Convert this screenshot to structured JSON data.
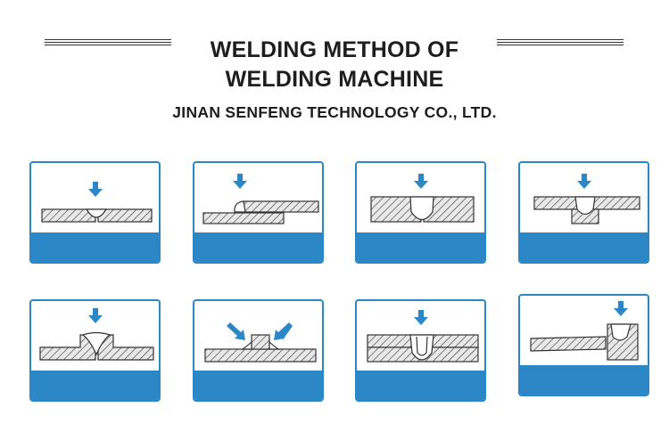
{
  "header": {
    "title_line1": "WELDING METHOD OF",
    "title_line2": "WELDING MACHINE",
    "company": "JINAN SENFENG TECHNOLOGY CO., LTD."
  },
  "colors": {
    "accent_blue": "#2b87c6",
    "hatch": "#333333"
  },
  "diagrams": [
    {
      "id": "butt-weld",
      "icon": "arrow-down-icon"
    },
    {
      "id": "lap-weld",
      "icon": "arrow-down-icon"
    },
    {
      "id": "deep-butt-weld",
      "icon": "arrow-down-icon"
    },
    {
      "id": "t-joint-top-weld",
      "icon": "arrow-down-icon"
    },
    {
      "id": "flange-weld",
      "icon": "arrow-down-icon"
    },
    {
      "id": "fillet-weld-two-sides",
      "icon": "arrow-diagonal-icon"
    },
    {
      "id": "penetration-weld",
      "icon": "arrow-down-icon"
    },
    {
      "id": "corner-weld",
      "icon": "arrow-down-icon"
    }
  ]
}
